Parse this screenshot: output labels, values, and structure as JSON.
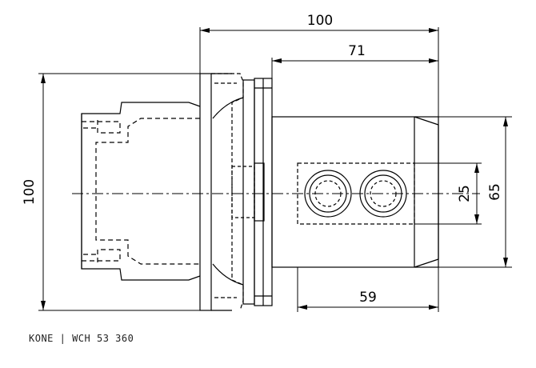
{
  "dimensions": {
    "overall_length": "100",
    "body_length": "71",
    "height": "100",
    "outer_diameter": "65",
    "inner_diameter": "25",
    "bottom_length": "59"
  },
  "caption": "KONE | WCH 53 360",
  "colors": {
    "line": "#000000",
    "background": "#ffffff"
  }
}
